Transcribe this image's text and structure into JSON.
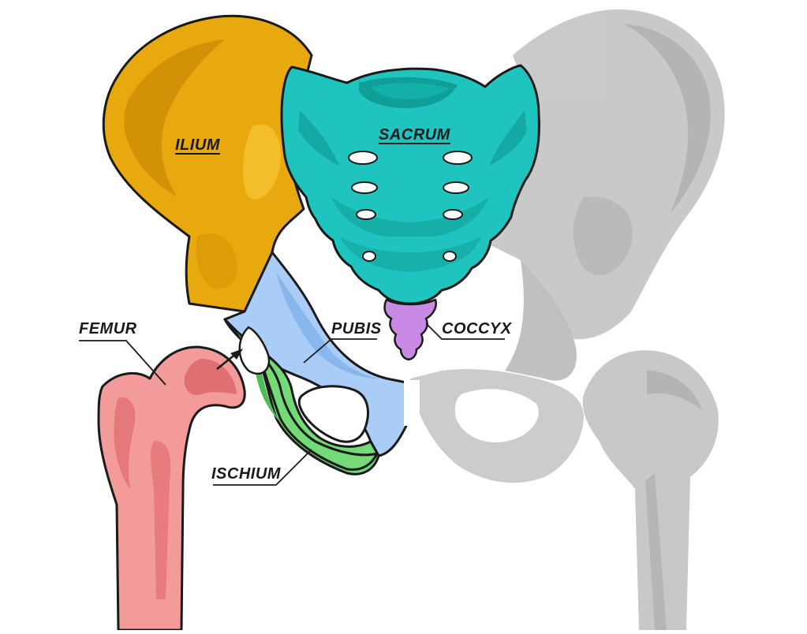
{
  "labels": {
    "ilium": "ILIUM",
    "sacrum": "SACRUM",
    "femur": "FEMUR",
    "pubis": "PUBIS",
    "coccyx": "COCCYX",
    "ischium": "ISCHIUM"
  },
  "colors": {
    "ilium": "#e8a90f",
    "ilium_shade": "#c98b06",
    "sacrum": "#1ec4bd",
    "sacrum_shade": "#0f9e98",
    "coccyx": "#c98ae6",
    "pubis": "#a9cdf6",
    "pubis_shade": "#7fb1ec",
    "ischium": "#74d977",
    "ischium_shade": "#4fbd55",
    "femur": "#f39a9a",
    "femur_shade": "#e06f72",
    "ghost": "#c9c9c9",
    "ghost_shade": "#b3b3b3",
    "outline": "#1a1a1a"
  }
}
